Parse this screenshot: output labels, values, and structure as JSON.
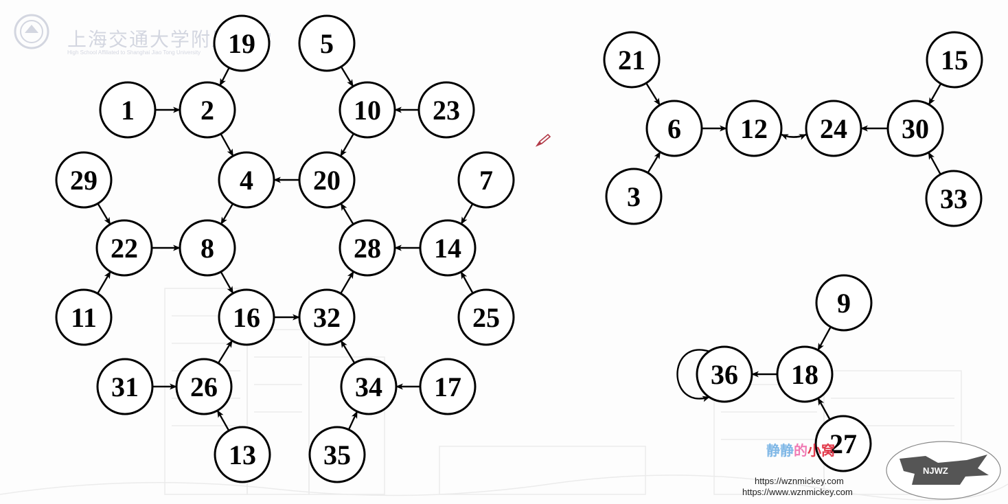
{
  "watermark": {
    "school_name": "上海交通大学附属中学",
    "subtitle": "High School Affiliated to Shanghai Jiao Tong University"
  },
  "brand": {
    "part1": "静静",
    "part2": "的",
    "part3": "小窝"
  },
  "urls": {
    "primary": "https://wznmickey.com",
    "secondary": "https://www.wznmickey.com"
  },
  "logo": {
    "text": "NJWZ"
  },
  "icons": {
    "pen": "pen-cursor-icon",
    "seal": "school-seal-icon"
  },
  "colors": {
    "node_fill": "#ffffff",
    "node_stroke": "#000000",
    "edge": "#000000",
    "brand_blue": "#7fb7e6",
    "brand_pink": "#f07bb4",
    "brand_red": "#e23b4c"
  },
  "graph": {
    "nodes": [
      {
        "id": "19",
        "label": "19"
      },
      {
        "id": "5",
        "label": "5"
      },
      {
        "id": "1",
        "label": "1"
      },
      {
        "id": "2",
        "label": "2"
      },
      {
        "id": "10",
        "label": "10"
      },
      {
        "id": "23",
        "label": "23"
      },
      {
        "id": "29",
        "label": "29"
      },
      {
        "id": "4",
        "label": "4"
      },
      {
        "id": "20",
        "label": "20"
      },
      {
        "id": "7",
        "label": "7"
      },
      {
        "id": "22",
        "label": "22"
      },
      {
        "id": "8",
        "label": "8"
      },
      {
        "id": "28",
        "label": "28"
      },
      {
        "id": "14",
        "label": "14"
      },
      {
        "id": "11",
        "label": "11"
      },
      {
        "id": "16",
        "label": "16"
      },
      {
        "id": "32",
        "label": "32"
      },
      {
        "id": "25",
        "label": "25"
      },
      {
        "id": "31",
        "label": "31"
      },
      {
        "id": "26",
        "label": "26"
      },
      {
        "id": "34",
        "label": "34"
      },
      {
        "id": "17",
        "label": "17"
      },
      {
        "id": "13",
        "label": "13"
      },
      {
        "id": "35",
        "label": "35"
      },
      {
        "id": "21",
        "label": "21"
      },
      {
        "id": "6",
        "label": "6"
      },
      {
        "id": "12",
        "label": "12"
      },
      {
        "id": "24",
        "label": "24"
      },
      {
        "id": "30",
        "label": "30"
      },
      {
        "id": "15",
        "label": "15"
      },
      {
        "id": "3",
        "label": "3"
      },
      {
        "id": "33",
        "label": "33"
      },
      {
        "id": "9",
        "label": "9"
      },
      {
        "id": "36",
        "label": "36"
      },
      {
        "id": "18",
        "label": "18"
      },
      {
        "id": "27",
        "label": "27"
      }
    ],
    "edges": [
      {
        "from": "19",
        "to": "2"
      },
      {
        "from": "1",
        "to": "2"
      },
      {
        "from": "2",
        "to": "4"
      },
      {
        "from": "5",
        "to": "10"
      },
      {
        "from": "23",
        "to": "10"
      },
      {
        "from": "10",
        "to": "20"
      },
      {
        "from": "20",
        "to": "4"
      },
      {
        "from": "4",
        "to": "8"
      },
      {
        "from": "29",
        "to": "22"
      },
      {
        "from": "11",
        "to": "22"
      },
      {
        "from": "22",
        "to": "8"
      },
      {
        "from": "8",
        "to": "16"
      },
      {
        "from": "16",
        "to": "32"
      },
      {
        "from": "32",
        "to": "28"
      },
      {
        "from": "28",
        "to": "20"
      },
      {
        "from": "7",
        "to": "14"
      },
      {
        "from": "25",
        "to": "14"
      },
      {
        "from": "14",
        "to": "28"
      },
      {
        "from": "31",
        "to": "26"
      },
      {
        "from": "13",
        "to": "26"
      },
      {
        "from": "26",
        "to": "16"
      },
      {
        "from": "17",
        "to": "34"
      },
      {
        "from": "35",
        "to": "34"
      },
      {
        "from": "34",
        "to": "32"
      },
      {
        "from": "21",
        "to": "6"
      },
      {
        "from": "3",
        "to": "6"
      },
      {
        "from": "6",
        "to": "12"
      },
      {
        "from": "12",
        "to": "24"
      },
      {
        "from": "24",
        "to": "12"
      },
      {
        "from": "15",
        "to": "30"
      },
      {
        "from": "33",
        "to": "30"
      },
      {
        "from": "30",
        "to": "24"
      },
      {
        "from": "9",
        "to": "18"
      },
      {
        "from": "27",
        "to": "18"
      },
      {
        "from": "18",
        "to": "36"
      },
      {
        "from": "36",
        "to": "36"
      }
    ]
  }
}
